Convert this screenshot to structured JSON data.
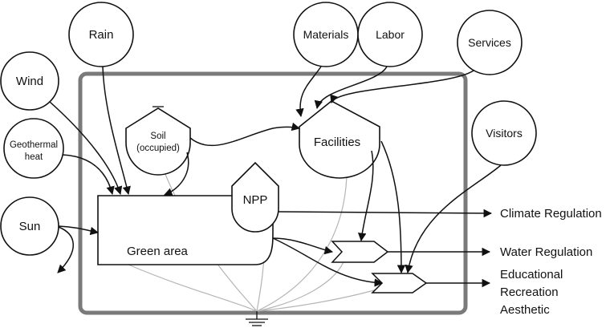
{
  "sources": {
    "rain": "Rain",
    "wind": "Wind",
    "geothermal_line1": "Geothermal",
    "geothermal_line2": "heat",
    "sun": "Sun",
    "materials": "Materials",
    "labor": "Labor",
    "services": "Services",
    "visitors": "Visitors"
  },
  "storages": {
    "soil_line1": "Soil",
    "soil_line2": "(occupied)",
    "facilities": "Facilities"
  },
  "producers": {
    "npp": "NPP",
    "green_area": "Green area"
  },
  "outputs": {
    "climate": "Climate Regulation",
    "water": "Water Regulation",
    "cultural_line1": "Educational",
    "cultural_line2": "Recreation",
    "cultural_line3": "Aesthetic"
  },
  "colors": {
    "boundary": "#7a7a7a",
    "line": "#111111",
    "heat_sink": "#b5b5b5"
  }
}
